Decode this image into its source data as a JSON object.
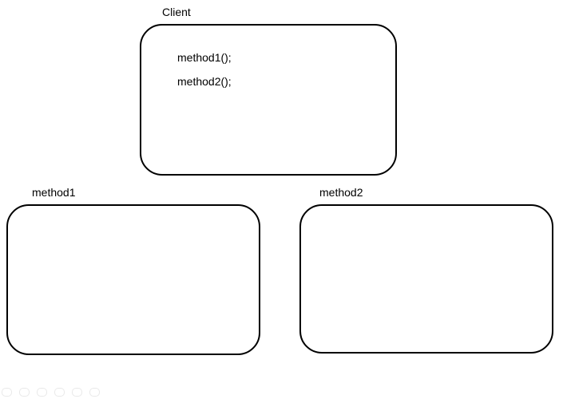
{
  "diagram": {
    "client": {
      "title": "Client",
      "lines": [
        "method1();",
        "method2();"
      ]
    },
    "method1": {
      "title": "method1"
    },
    "method2": {
      "title": "method2"
    },
    "colors": {
      "stroke": "#000000",
      "background": "#ffffff",
      "faint_dot": "#e9e9e9"
    }
  }
}
